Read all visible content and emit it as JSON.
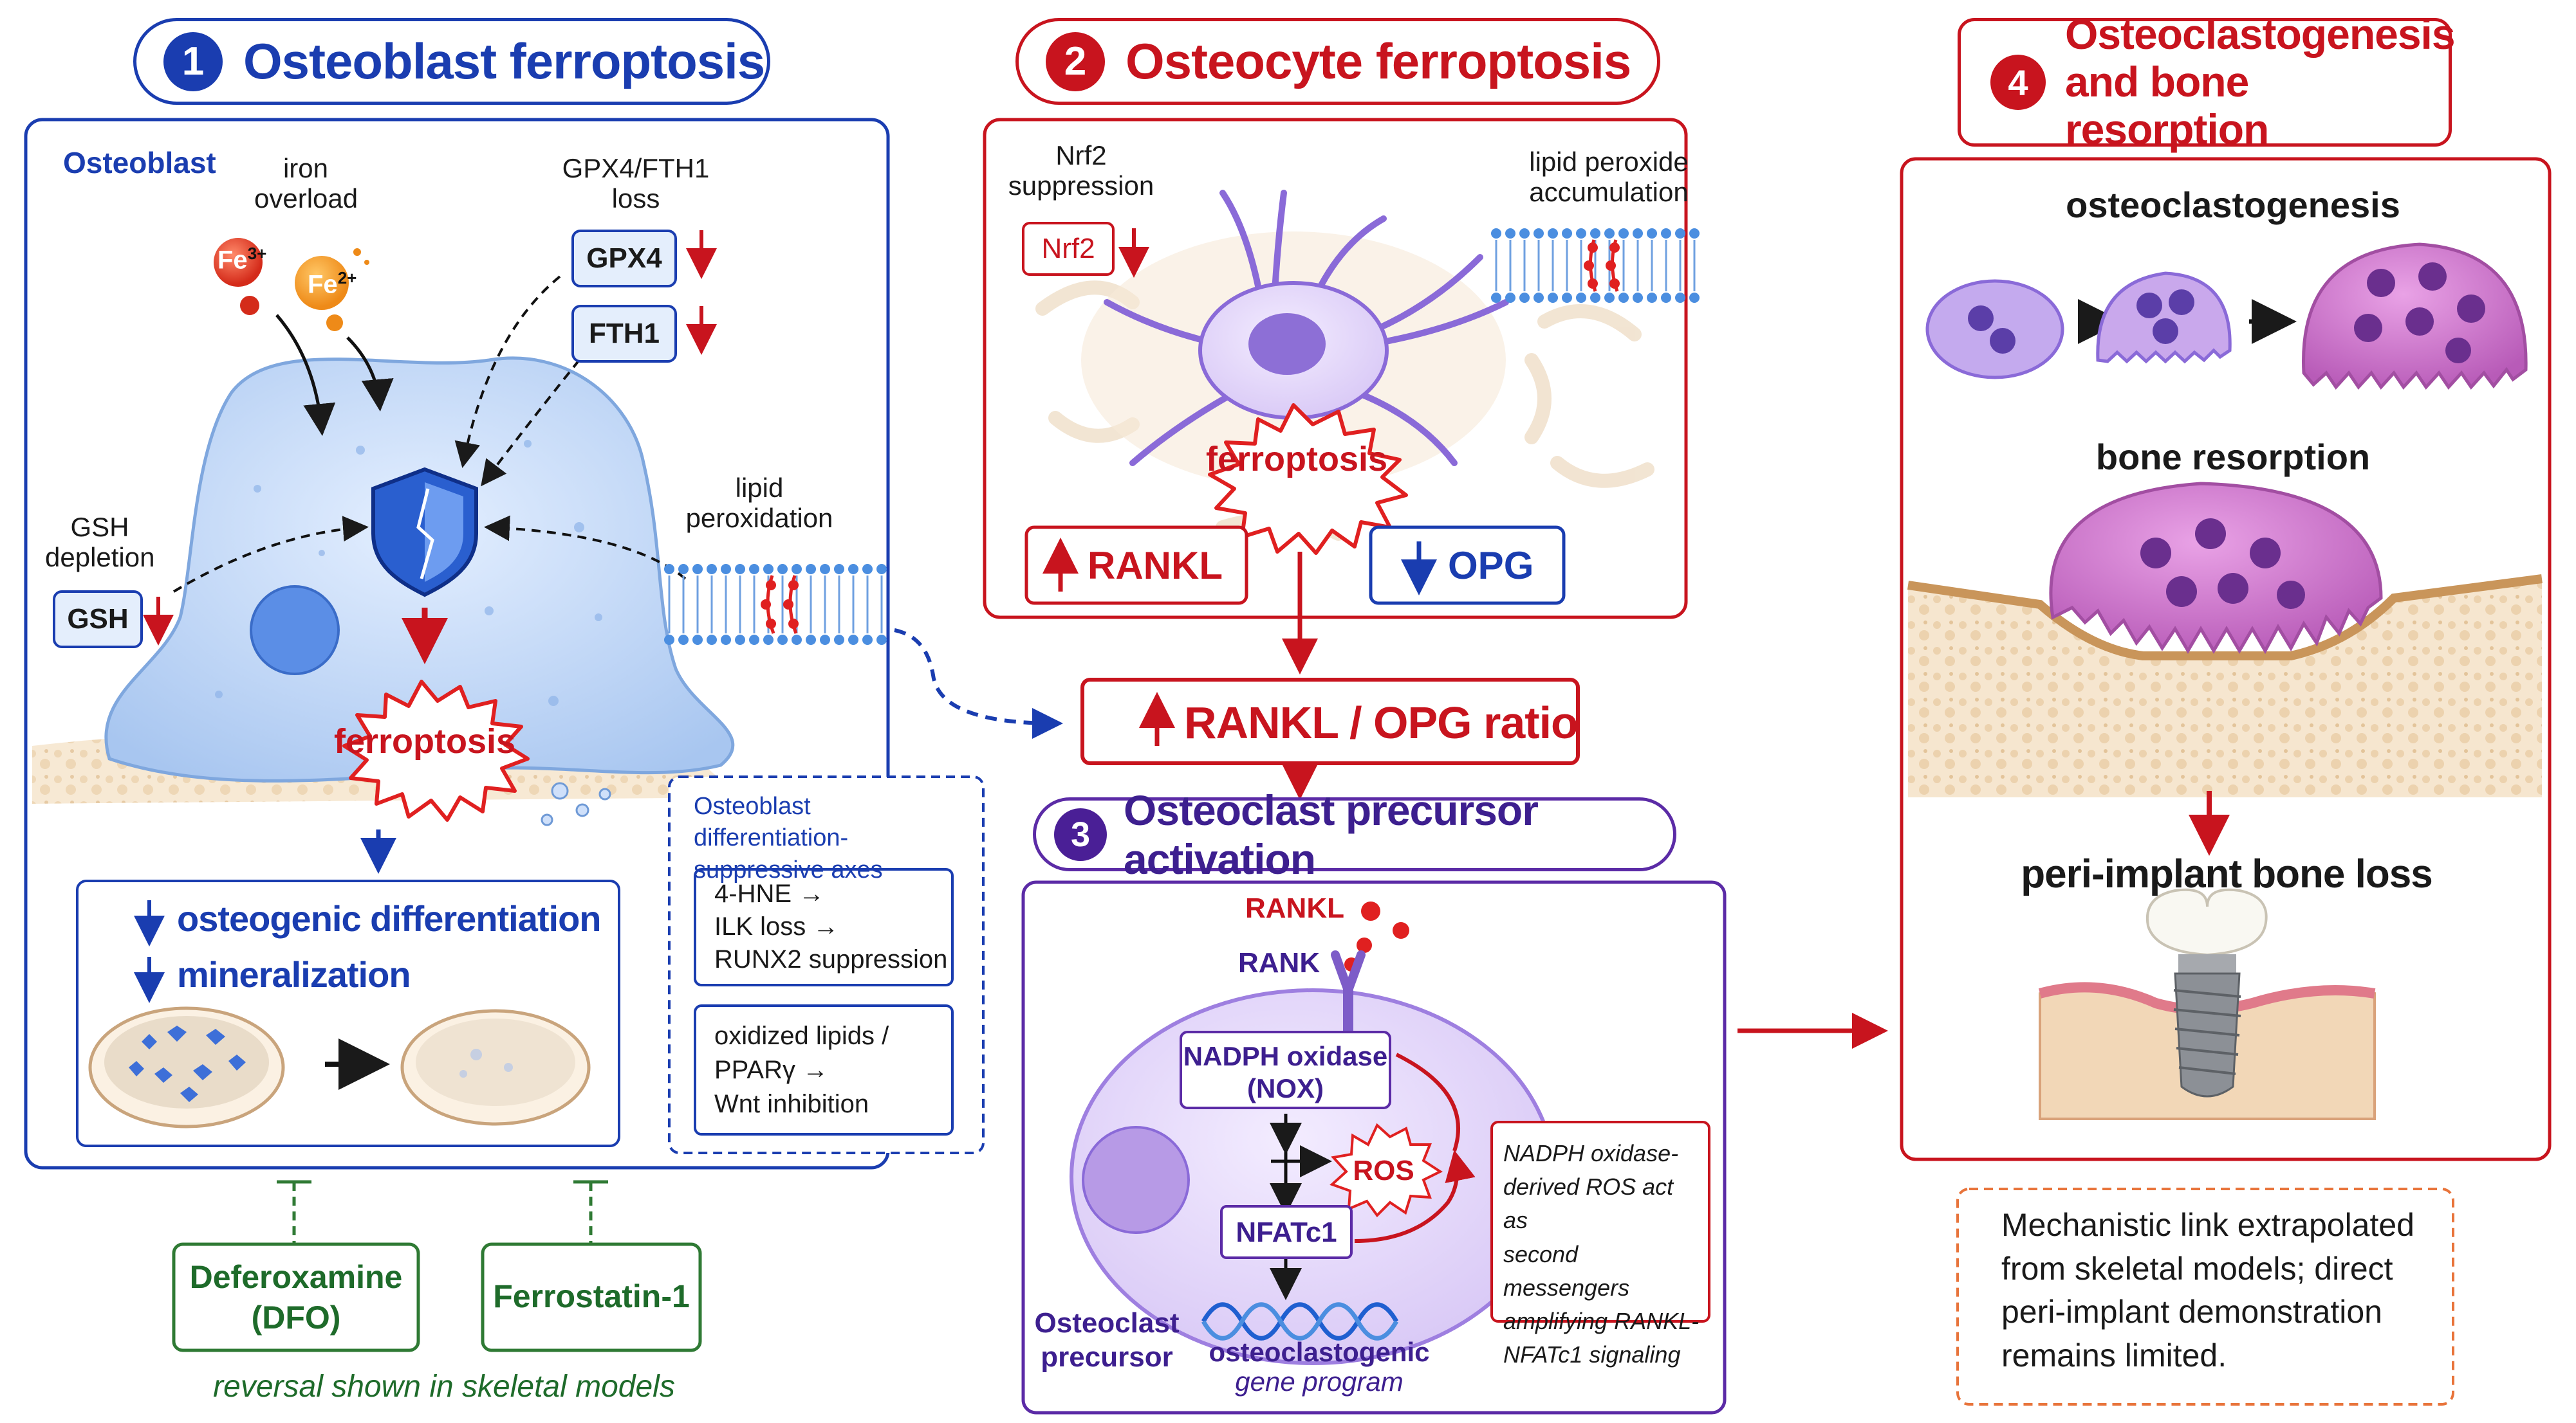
{
  "panel1": {
    "number": "1",
    "title": "Osteoblast ferroptosis",
    "cell_label": "Osteoblast",
    "iron_label": "iron overload",
    "fe3": "Fe",
    "fe3_sup": "3+",
    "fe2": "Fe",
    "fe2_sup": "2+",
    "gpx_label": "GPX4/FTH1 loss",
    "gpx4": "GPX4",
    "fth1": "FTH1",
    "gsh_label": "GSH depletion",
    "gsh": "GSH",
    "lipid_label": "lipid peroxidation",
    "ferroptosis": "ferroptosis",
    "outcome1": "osteogenic differentiation",
    "outcome2": "mineralization",
    "axes_title": "Osteoblast differentiation-suppressive axes",
    "axis1_lines": [
      "4-HNE →",
      "ILK loss →",
      "RUNX2 suppression"
    ],
    "axis2_lines": [
      "oxidized lipids /",
      "PPARγ →",
      "Wnt inhibition"
    ],
    "drug1_line1": "Deferoxamine",
    "drug1_line2": "(DFO)",
    "drug2": "Ferrostatin-1",
    "reversal_note": "reversal shown in skeletal models"
  },
  "panel2": {
    "number": "2",
    "title": "Osteocyte ferroptosis",
    "nrf2_label": "Nrf2 suppression",
    "nrf2": "Nrf2",
    "lipid_label": "lipid peroxide accumulation",
    "ferroptosis": "ferroptosis",
    "rankl": "RANKL",
    "opg": "OPG",
    "ratio": "RANKL / OPG ratio"
  },
  "panel3": {
    "number": "3",
    "title": "Osteoclast precursor activation",
    "rankl": "RANKL",
    "rank": "RANK",
    "nox_line1": "NADPH oxidase",
    "nox_line2": "(NOX)",
    "ros": "ROS",
    "nfatc1": "NFATc1",
    "precursor_line1": "Osteoclast",
    "precursor_line2": "precursor",
    "gene_line1": "osteoclastogenic",
    "gene_line2": "gene program",
    "note_lines": [
      "NADPH oxidase-",
      "derived ROS act as",
      "second messengers",
      "amplifying RANKL-",
      "NFATc1 signaling"
    ]
  },
  "panel4": {
    "number": "4",
    "title_line1": "Osteoclastogenesis",
    "title_line2": "and bone resorption",
    "osteoclastogenesis": "osteoclastogenesis",
    "bone_resorption": "bone resorption",
    "bone_loss": "peri-implant bone loss",
    "caveat_lines": [
      "Mechanistic link extrapolated",
      "from skeletal models; direct",
      "peri-implant demonstration",
      "remains limited."
    ]
  },
  "colors": {
    "blue": "#1a3db0",
    "red": "#c8141e",
    "purple": "#5b2ba6",
    "green": "#2f7a34",
    "orange": "#e8743b"
  }
}
